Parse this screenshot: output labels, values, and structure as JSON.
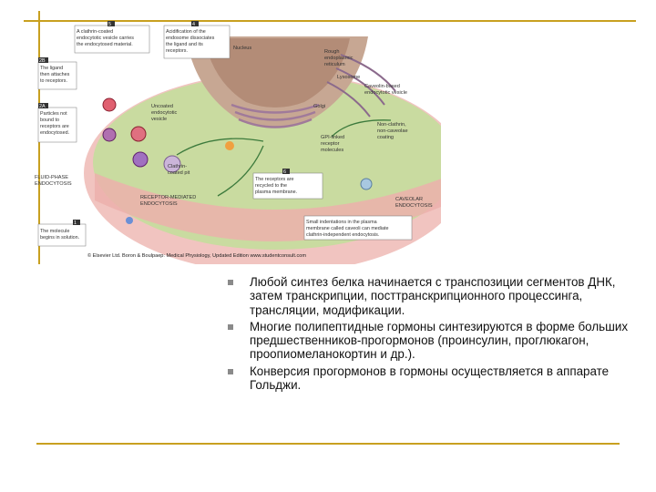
{
  "figure": {
    "steps": [
      {
        "num": "5",
        "text": [
          "A clathrin-coated",
          "endocytotic vesicle carries",
          "the endocytosed material."
        ]
      },
      {
        "num": "4",
        "text": [
          "Acidification of the",
          "endosome dissociates",
          "the ligand and its",
          "receptors."
        ]
      },
      {
        "num": "2B",
        "text": [
          "The ligand",
          "then attaches",
          "to receptors."
        ]
      },
      {
        "num": "2A",
        "text": [
          "Particles not",
          "bound to",
          "receptors are",
          "endocytosed."
        ]
      },
      {
        "num": "6",
        "text": [
          "The receptors are",
          "recycled to the",
          "plasma membrane."
        ]
      },
      {
        "num": "1",
        "text": [
          "The molecule",
          "begins in solution."
        ]
      }
    ],
    "labels": {
      "nucleus": "Nucleus",
      "rough_er": [
        "Rough",
        "endoplasmic",
        "reticulum"
      ],
      "lysosome": "Lysosome",
      "caveolin": [
        "Caveolin-based",
        "endocytotic vesicle"
      ],
      "uncoated": [
        "Uncoated",
        "endocytotic",
        "vesicle"
      ],
      "golgi": "Golgi",
      "non_clathrin": [
        "Non-clathrin,",
        "non-caveolae",
        "coating"
      ],
      "gpi": [
        "GPI-linked",
        "receptor",
        "molecules"
      ],
      "clathrin_pit": [
        "Clathrin-",
        "coated pit"
      ],
      "fluid_phase": [
        "FLUID-PHASE",
        "ENDOCYTOSIS"
      ],
      "receptor_mediated": [
        "RECEPTOR-MEDIATED",
        "ENDOCYTOSIS"
      ],
      "caveolar": [
        "CAVEOLAR",
        "ENDOCYTOSIS"
      ],
      "caveolae_note": [
        "Small indentations in the plasma",
        "membrane called caveoli can mediate",
        "clathrin-independent endocytosis."
      ]
    },
    "copyright": "© Elsevier Ltd. Boron & Boulpaep: Medical Physiology, Updated Edition  www.studentconsult.com"
  },
  "bullets": [
    "Любой синтез белка начинается с транспозиции сегментов ДНК, затем транскрипции, посттранскрипционного процессинга, трансляции, модификации.",
    "Многие полипептидные гормоны синтезируются в форме больших предшественников-прогормонов (проинсулин, проглюкагон, проопиомеланокортин и др.).",
    " Конверсия прогормонов в гормоны осуществляется в аппарате Гольджи."
  ],
  "colors": {
    "rule": "#c8a020",
    "cytoplasm": "#c9dba0",
    "membrane": "#e9a3a0",
    "nucleus": "#c7a793"
  }
}
